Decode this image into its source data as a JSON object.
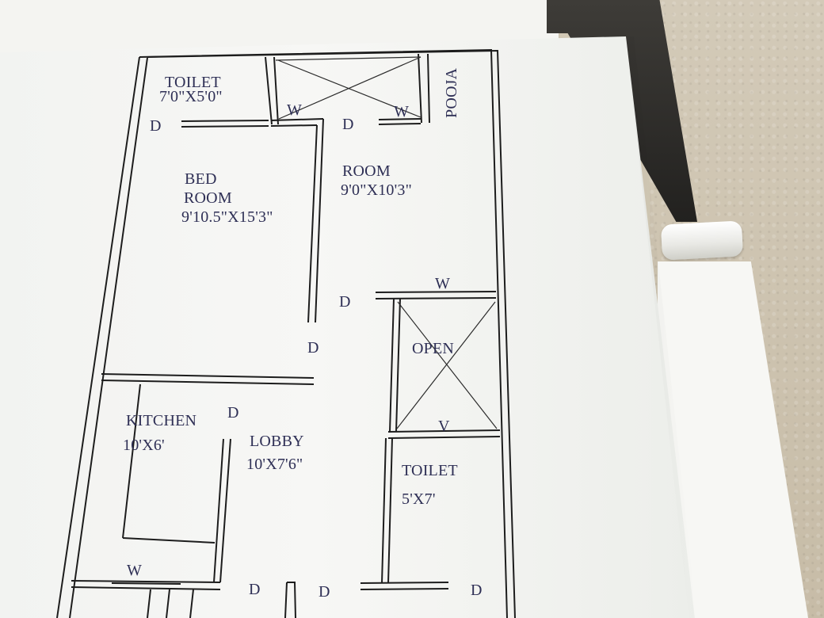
{
  "labels": {
    "toilet_top": "TOILET",
    "toilet_top_size": "7'0\"X5'0\"",
    "pooja": "POOJA",
    "bed_room_line1": "BED",
    "bed_room_line2": "ROOM",
    "bed_room_size": "9'10.5\"X15'3\"",
    "room": "ROOM",
    "room_size": "9'0\"X10'3\"",
    "open": "OPEN",
    "kitchen": "KITCHEN",
    "kitchen_size": "10'X6'",
    "lobby": "LOBBY",
    "lobby_size": "10'X7'6\"",
    "toilet_bottom": "TOILET",
    "toilet_bottom_size": "5'X7'",
    "door": "D",
    "window": "W",
    "ventilator": "V"
  }
}
